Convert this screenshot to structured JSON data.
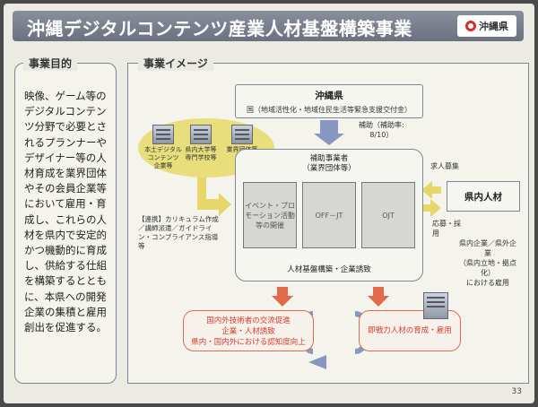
{
  "header": {
    "title": "沖縄デジタルコンテンツ産業人材基盤構築事業",
    "logo_text": "沖縄県",
    "colors": {
      "banner": "#7a808d",
      "logo_mark": "#d3302a"
    }
  },
  "purpose": {
    "label": "事業目的",
    "text": "映像、ゲーム等のデジタルコンテンツ分野で必要とされるプランナーやデザイナー等の人材育成を業界団体やその会員企業等において雇用・育成し、これらの人材を県内で安定的かつ機動的に育成し、供給する仕組を構築するとともに、本県への開発企業の集積と雇用創出を促進する。"
  },
  "image": {
    "label": "事業イメージ",
    "okinawa": {
      "name": "沖縄県",
      "detail": "国（地域活性化・地域住民生活等緊急支援交付金）"
    },
    "subsidy": [
      "補助（補助率:",
      "8/10）"
    ],
    "org": {
      "title_line1": "補助事業者",
      "title_line2": "（業界団体等）",
      "boxes": [
        "イベント・プロモーション活動等の開催",
        "OFF－JT",
        "OJT"
      ],
      "bottom": "人材基盤構築・企業誘致"
    },
    "buildings": [
      [
        "本土デジタル",
        "コンテンツ",
        "企業等"
      ],
      [
        "県内大学等",
        "専門学校等"
      ],
      [
        "業界団体等"
      ]
    ],
    "support_note": [
      "【連携】カリキュラム作成",
      "／講師派遣／ガイドライ",
      "ン・コンプライアンス指導",
      "等"
    ],
    "recruit": "求人募集",
    "apply": [
      "応募・採",
      "用"
    ],
    "jinzai": "県内人材",
    "employment_note": [
      "県内企業／県外企",
      "業",
      "（県内立地・拠点",
      "化）",
      "における雇用"
    ],
    "outcome1": [
      "国内外技術者の交流促進",
      "企業・人材誘致",
      "県内・国内外における認知度向上"
    ],
    "outcome2": "即戦力人材の育成・雇用"
  },
  "page_number": "33"
}
